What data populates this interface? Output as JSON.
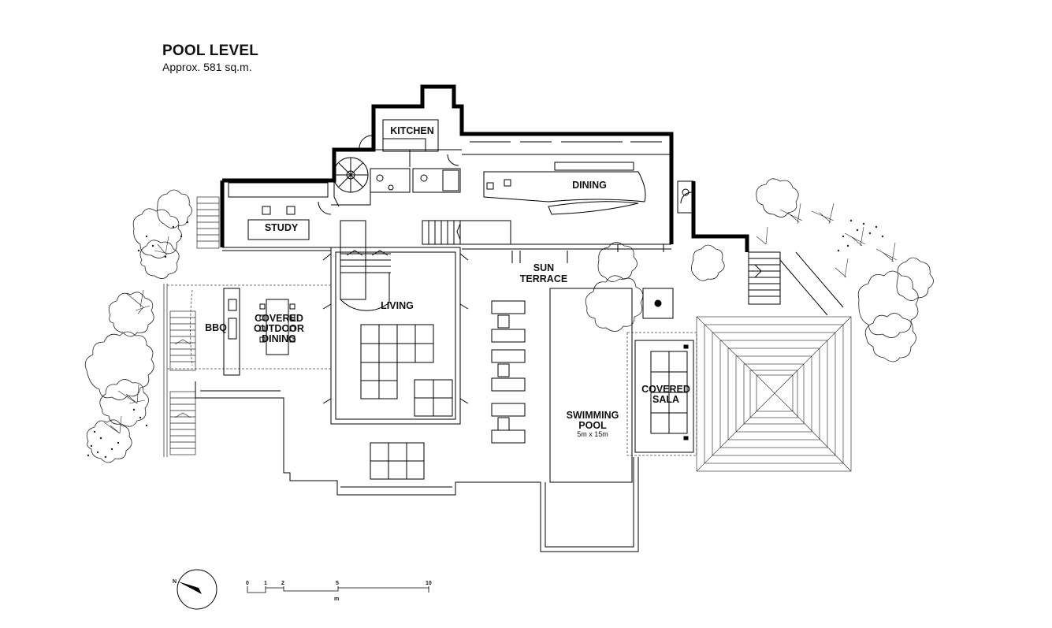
{
  "title": "POOL LEVEL",
  "subtitle": "Approx. 581 sq.m.",
  "rooms": {
    "kitchen": "KITCHEN",
    "dining": "DINING",
    "study": "STUDY",
    "sun_terrace_1": "SUN",
    "sun_terrace_2": "TERRACE",
    "living": "LIVING",
    "bbq": "BBQ",
    "covered_outdoor_dining_1": "COVERED",
    "covered_outdoor_dining_2": "OUTDOOR",
    "covered_outdoor_dining_3": "DINING",
    "swimming_pool_1": "SWIMMING",
    "swimming_pool_2": "POOL",
    "pool_size": "5m x 15m",
    "covered_sala_1": "COVERED",
    "covered_sala_2": "SALA"
  },
  "north_arrow": {
    "label": "N"
  },
  "scale_bar": {
    "ticks": [
      "0",
      "1",
      "2",
      "5",
      "10"
    ],
    "unit": "m"
  }
}
